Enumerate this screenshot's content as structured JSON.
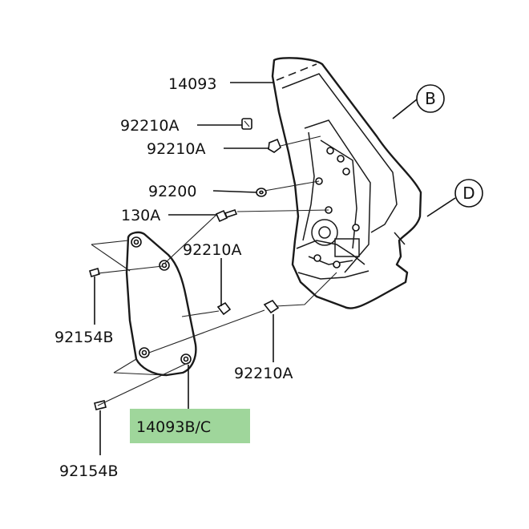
{
  "callouts": {
    "main_cover": "14093",
    "clip_top_1": "92210A",
    "clip_top_2": "92210A",
    "washer": "92200",
    "bolt": "130A",
    "clip_mid": "92210A",
    "screw_upper": "92154B",
    "clip_lower": "92210A",
    "side_cover": "14093B/C",
    "screw_lower": "92154B"
  },
  "refs": {
    "b": "B",
    "d": "D"
  },
  "colors": {
    "highlight": "#9fd69b",
    "line": "#111111"
  }
}
